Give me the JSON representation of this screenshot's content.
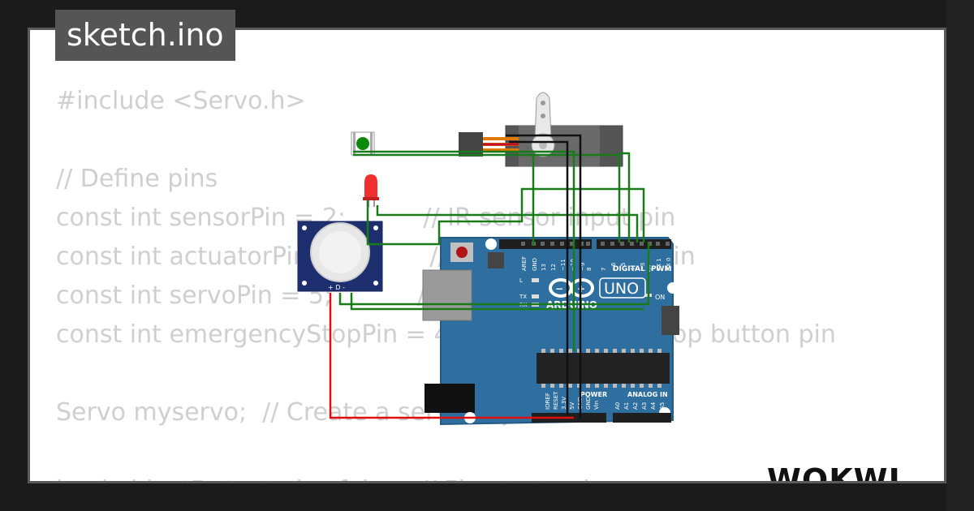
{
  "title": "sketch.ino",
  "code_lines": [
    "#include <Servo.h>",
    "",
    "// Define pins",
    "const int sensorPin = 2;          // IR sensor input pin",
    "const int actuatorPin = 3;        // Actuator control pin",
    "const int servoPin = 5;           // Servo control pin",
    "const int emergencyStopPin = 4;   // Emergency stop button pin",
    "",
    "Servo myservo;  // Create a servo object",
    "",
    "bool objectDetected = false;  // Flag to track"
  ],
  "board": {
    "brand": "ARDUINO",
    "model": "UNO",
    "on_label": "ON",
    "digital_label": "DIGITAL (PWM ~)",
    "power_label": "POWER",
    "analog_label": "ANALOG IN",
    "top_pins": [
      "AREF",
      "GND",
      "13",
      "12",
      "~11",
      "~10",
      "~9",
      "8",
      "7",
      "~6",
      "~5",
      "4",
      "~3",
      "2",
      "TX 1",
      "RX 0"
    ],
    "bottom_power_pins": [
      "IOREF",
      "RESET",
      "3.3V",
      "5V",
      "GND",
      "GND",
      "Vin"
    ],
    "bottom_analog_pins": [
      "A0",
      "A1",
      "A2",
      "A3",
      "A4",
      "A5"
    ],
    "leds": [
      "L",
      "TX",
      "RX"
    ]
  },
  "pir": {
    "label": "+ D -"
  },
  "brand_logo": "WOKWI",
  "colors": {
    "background": "#1b1b1b",
    "board": "#2f6f9f",
    "wire_green": "#1a7a1a",
    "wire_black": "#111111",
    "wire_red": "#e01010",
    "code_text": "#cfcfcf",
    "badge": "#555555"
  }
}
